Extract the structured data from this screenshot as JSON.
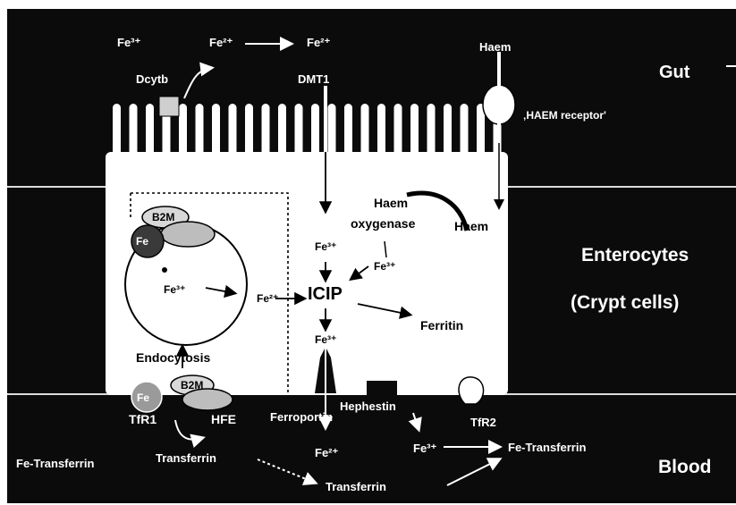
{
  "labels": {
    "fe3_top": "Fe³⁺",
    "fe2_top": "Fe²⁺",
    "fe2_top_right": "Fe²⁺",
    "dcytb": "Dcytb",
    "dmt1": "DMT1",
    "haem_top": "Haem",
    "haem_receptor": "‚HAEM receptor'",
    "gut": "Gut",
    "b2m_top": "B2M",
    "fe_top": "Fe",
    "haem_oxygenase_1": "Haem",
    "haem_oxygenase_2": "oxygenase",
    "haem_mid": "Haem",
    "fe3_a": "Fe³⁺",
    "fe3_b": "Fe³⁺",
    "fe3_endosome": "Fe³⁺",
    "fe2_mid": "Fe²⁺",
    "icip": "ICIP",
    "fe3_c": "Fe³⁺",
    "ferritin": "Ferritin",
    "enterocytes": "Enterocytes",
    "crypt_cells": "(Crypt cells)",
    "endocytosis": "Endocytosis",
    "b2m_bottom": "B2M",
    "fe_bottom": "Fe",
    "tfr1": "TfR1",
    "hfe": "HFE",
    "ferroportin": "Ferroportin",
    "hephestin": "Hephestin",
    "tfr2": "TfR2",
    "fe_transferrin_left": "Fe-Transferrin",
    "transferrin_left": "Transferrin",
    "fe2_bottom": "Fe²⁺",
    "fe3_bottom": "Fe³⁺",
    "fe_transferrin_right": "Fe-Transferrin",
    "blood": "Blood",
    "transferrin_bottom": "Transferrin"
  },
  "colors": {
    "background": "#0b0b0b",
    "cell": "#ffffff",
    "ink": "#000000",
    "divider": "#e6e6e6"
  }
}
